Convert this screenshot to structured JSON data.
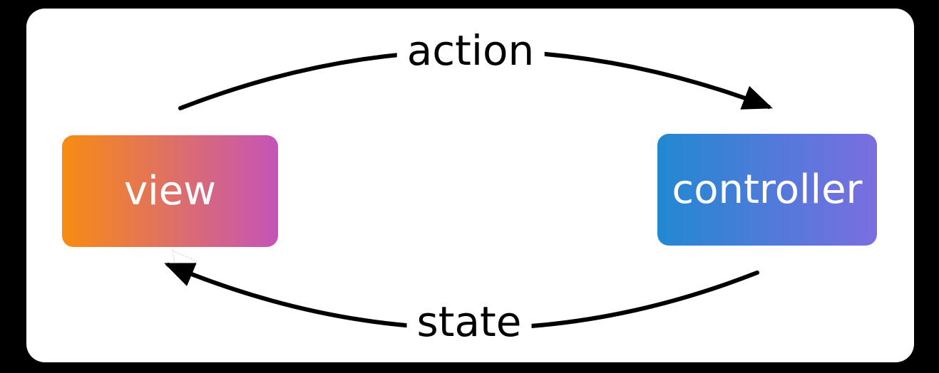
{
  "diagram": {
    "nodes": [
      {
        "id": "view",
        "label": "view"
      },
      {
        "id": "controller",
        "label": "controller"
      }
    ],
    "edges": [
      {
        "from": "view",
        "to": "controller",
        "label": "action",
        "direction": "top-arc-left-to-right"
      },
      {
        "from": "controller",
        "to": "view",
        "label": "state",
        "direction": "bottom-arc-right-to-left"
      }
    ]
  },
  "colors": {
    "page-bg": "#000000",
    "panel-bg": "#ffffff",
    "view-grad-start": "#f78c12",
    "view-grad-end": "#c554b8",
    "controller-grad-start": "#2288d2",
    "controller-grad-end": "#7b6ee0",
    "node-text": "#ffffff",
    "edge-color": "#000000",
    "edge-label-color": "#000000"
  }
}
